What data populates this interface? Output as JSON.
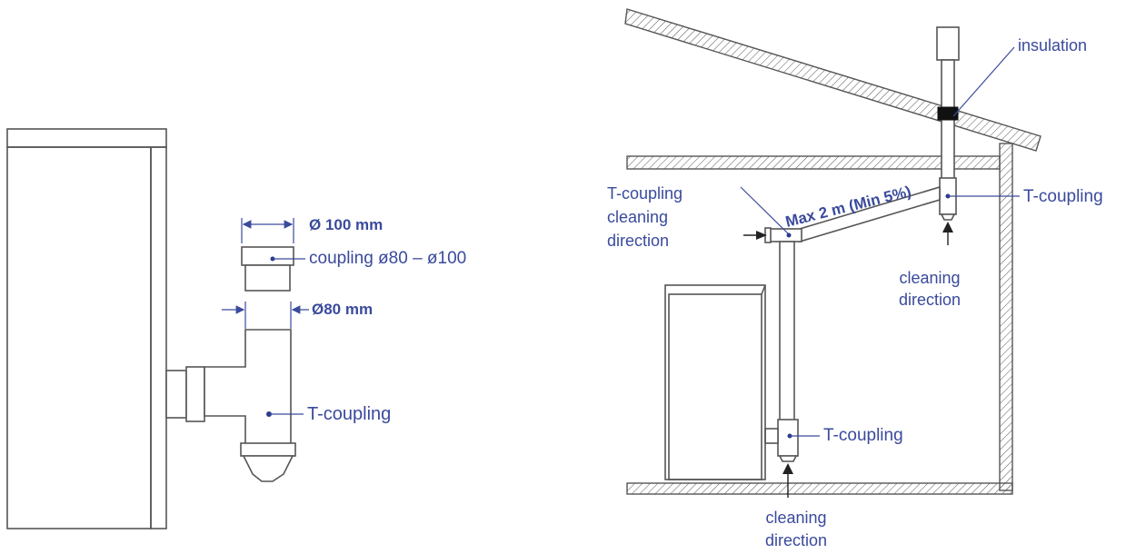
{
  "left_diagram": {
    "dim_100": "Ø 100 mm",
    "coupling": "coupling ø80 – ø100",
    "dim_80": "Ø80 mm",
    "t_coupling": "T-coupling"
  },
  "right_diagram": {
    "insulation": "insulation",
    "t_coupling_top": "T-coupling",
    "t_coupling_cleaning": [
      "T-coupling",
      "cleaning",
      "direction"
    ],
    "slope_note": "Max 2 m (Min 5%)",
    "cleaning_dir_top": [
      "cleaning",
      "direction"
    ],
    "t_coupling_bottom": "T-coupling",
    "cleaning_dir_bottom": [
      "cleaning",
      "direction"
    ]
  },
  "colors": {
    "label": "#3a4a9c",
    "line": "#555555",
    "accent_dot": "#2a3a8c"
  }
}
